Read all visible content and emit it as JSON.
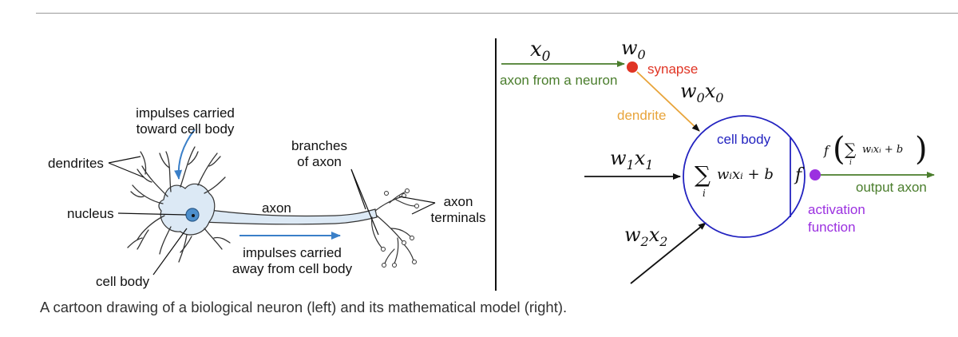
{
  "bio": {
    "impulses_toward": [
      "impulses carried",
      "toward cell body"
    ],
    "dendrites": "dendrites",
    "nucleus": "nucleus",
    "cell_body": "cell body",
    "axon": "axon",
    "branches": [
      "branches",
      "of axon"
    ],
    "axon_terminals": [
      "axon",
      "terminals"
    ],
    "impulses_away": [
      "impulses carried",
      "away from cell body"
    ]
  },
  "model": {
    "x0": "x",
    "x0_sub": "0",
    "w0": "w",
    "w0_sub": "0",
    "synapse": "synapse",
    "axon_from_neuron": "axon from a neuron",
    "w0x0": [
      "w",
      "0",
      "x",
      "0"
    ],
    "dendrite": "dendrite",
    "cell_body": "cell body",
    "w1x1": [
      "w",
      "1",
      "x",
      "1"
    ],
    "w2x2": [
      "w",
      "2",
      "x",
      "2"
    ],
    "sum_symbol": "∑",
    "sum_index": "i",
    "sum_expr": "wᵢxᵢ + b",
    "f": "f",
    "output_formula_f": "f",
    "output_formula_inner": "wᵢxᵢ + b",
    "output_axon": "output axon",
    "activation_function": [
      "activation",
      "function"
    ]
  },
  "caption": "A cartoon drawing of a biological neuron (left) and its mathematical model (right).",
  "colors": {
    "green": "#4a7d2c",
    "red": "#e03424",
    "orange": "#e8a43a",
    "blue": "#2323c0",
    "purple": "#9b30e0",
    "cell_fill": "#dce9f5",
    "nucleus": "#4d8fcc",
    "arrow_blue": "#3a7fc8"
  }
}
